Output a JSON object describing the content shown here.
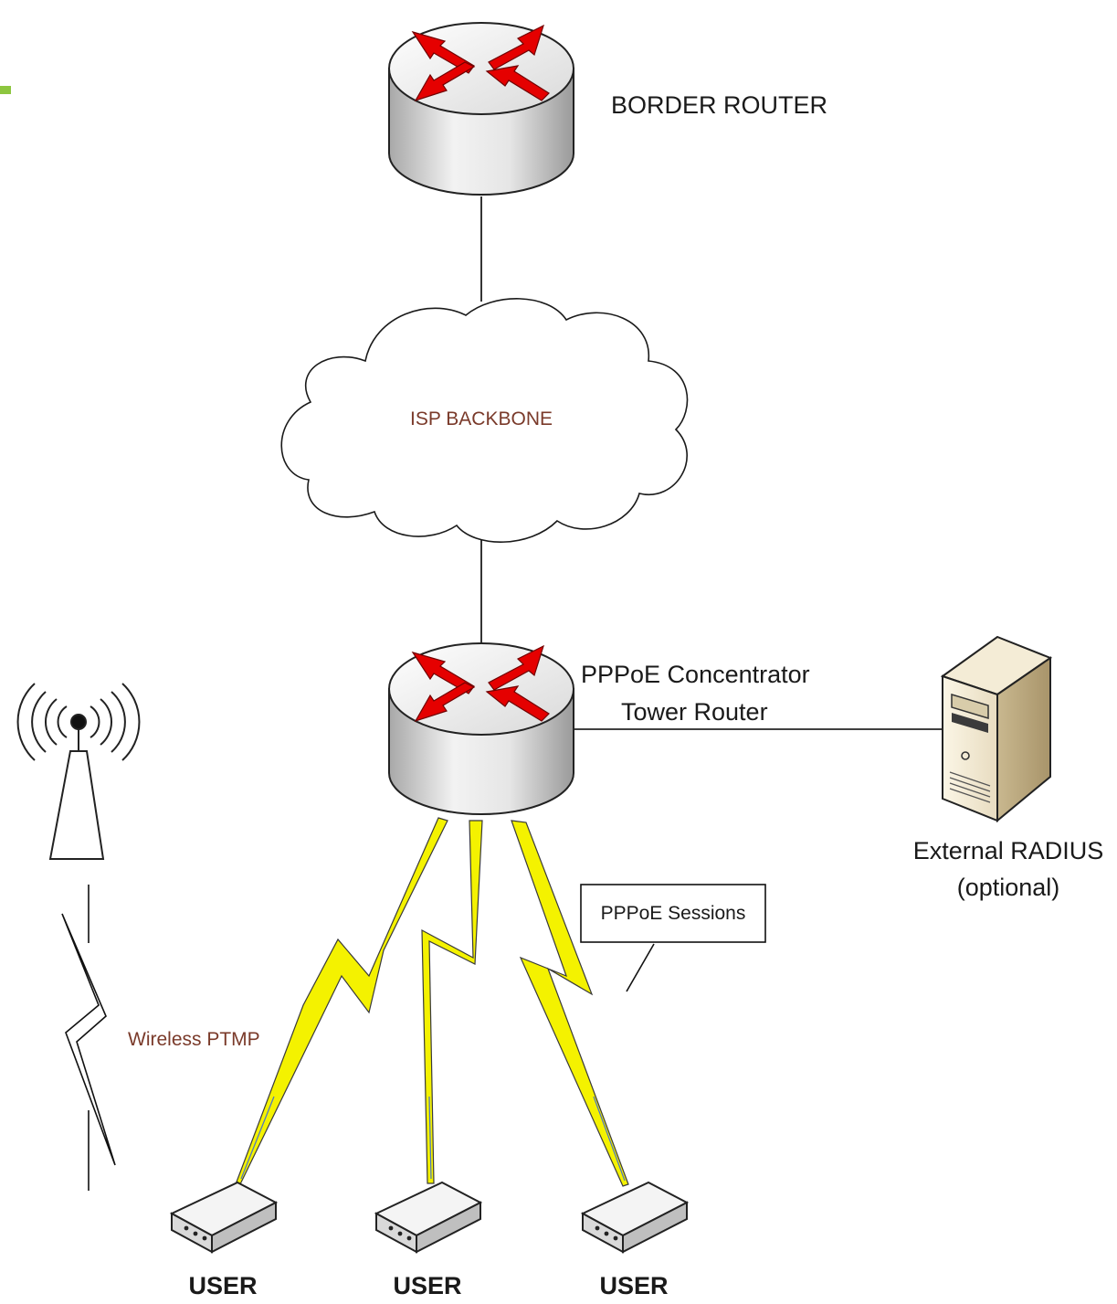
{
  "diagram": {
    "border_router_label": "BORDER ROUTER",
    "backbone_label": "ISP BACKBONE",
    "concentrator_label_line1": "PPPoE Concentrator",
    "concentrator_label_line2": "Tower Router",
    "radius_label_line1": "External RADIUS",
    "radius_label_line2": "(optional)",
    "sessions_callout": "PPPoE Sessions",
    "wireless_label": "Wireless PTMP",
    "users": [
      "USER",
      "USER",
      "USER"
    ]
  },
  "colors": {
    "router_arrow": "#e00000",
    "wireless_bolt": "#f4f200",
    "link_line": "#000000",
    "label_brown": "#7a3a2a",
    "accent_green": "#8dc63f"
  },
  "icons": {
    "router": "router-icon",
    "cloud": "cloud-icon",
    "server": "server-icon",
    "tower": "radio-tower-icon",
    "cpe": "cpe-device-icon"
  }
}
